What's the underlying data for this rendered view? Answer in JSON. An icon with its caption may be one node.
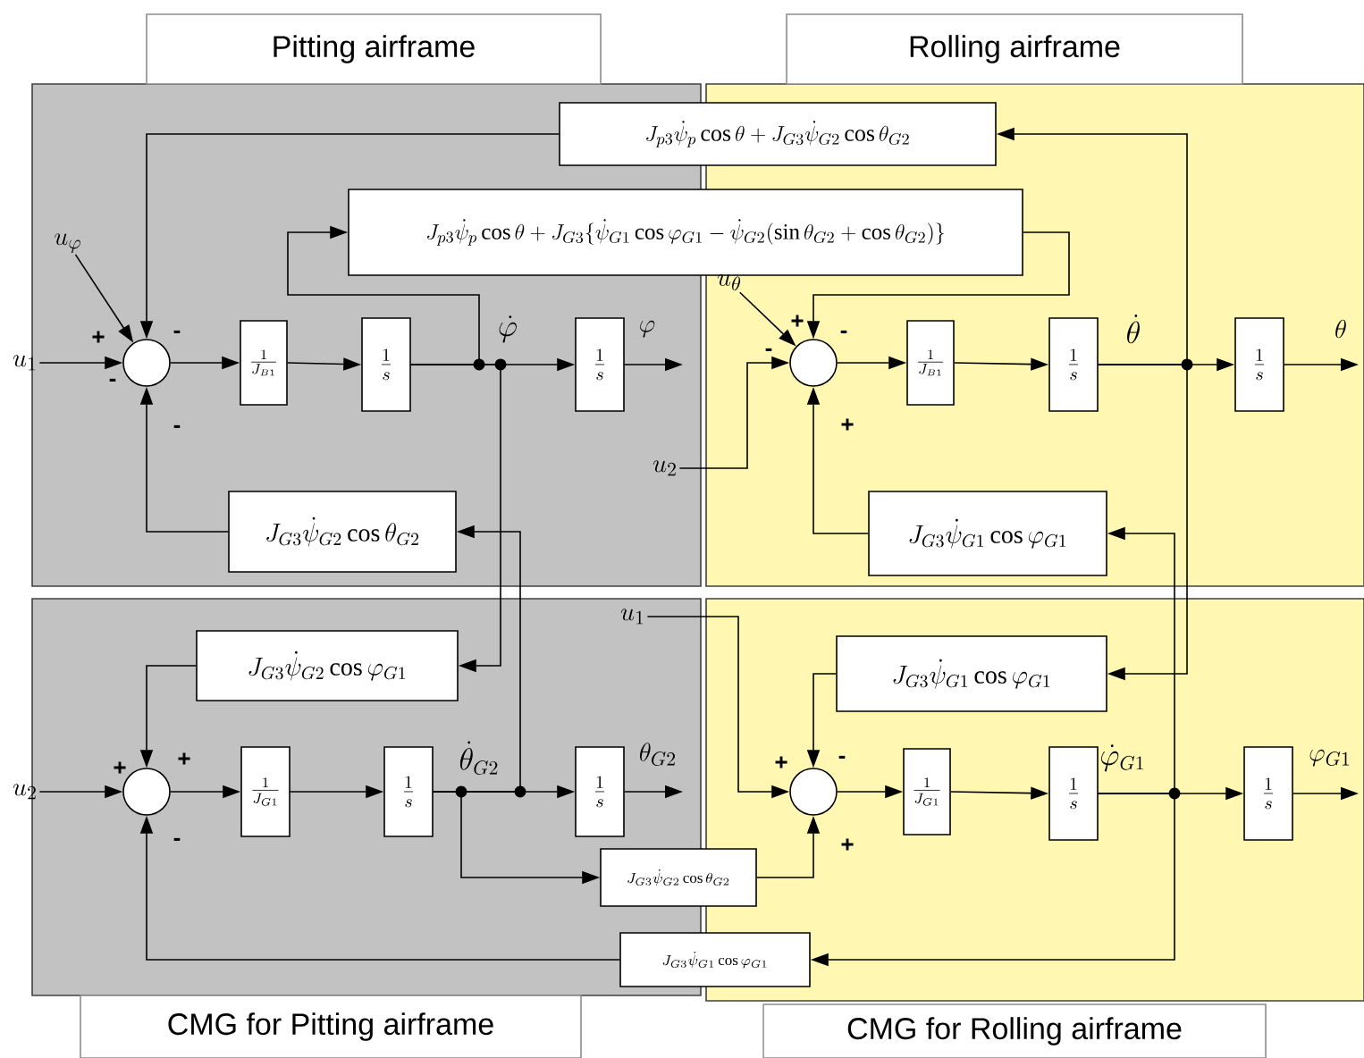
{
  "diagram": {
    "nodes": [
      {
        "text": [
          "Pitting airframe"
        ]
      },
      {
        "text": [
          "Rolling airframe"
        ]
      },
      {
        "text": [
          "CMG for Pitting airframe"
        ]
      },
      {
        "text": [
          "CMG for Rolling airframe"
        ]
      },
      {
        "text": [
          "J_{p3}\\dot{\\psi}_{p}\\cos\\theta+J_{G3}\\dot{\\psi}_{G2}\\cos\\theta_{G2}"
        ]
      },
      {
        "text": [
          "J_{p3}\\dot{\\psi}_{p}\\cos\\theta+J_{G3}\\{\\dot{\\psi}_{G1}\\cos\\varphi_{G1}-\\dot{\\psi}_{G2}(\\sin\\theta_{G2}+\\cos\\theta_{G2})\\}"
        ]
      },
      {
        "text": [
          "u_{\\varphi}"
        ],
        "in": 0
      },
      {
        "text": [
          "u_{\\theta}"
        ],
        "in": 1
      },
      {
        "text": [
          "u_{1}"
        ]
      },
      {
        "text": [],
        "shape": "circle",
        "in": 0
      },
      {
        "text": [
          "\\frac{1}{J_{B1}}"
        ],
        "in": 0
      },
      {
        "text": [
          "\\frac{1}{s}"
        ],
        "in": 0
      },
      {
        "text": [
          "\\frac{1}{s}"
        ],
        "in": 0
      },
      {
        "text": [],
        "shape": "circle",
        "in": 1
      },
      {
        "text": [
          "\\frac{1}{J_{B1}}"
        ],
        "in": 1
      },
      {
        "text": [
          "\\frac{1}{s}"
        ],
        "in": 1
      },
      {
        "text": [
          "\\frac{1}{s}"
        ],
        "in": 1
      },
      {
        "text": [
          "u_{2}"
        ],
        "in": 0
      },
      {
        "text": [
          "J_{G3}\\dot{\\psi}_{G2}\\cos\\theta_{G2}"
        ],
        "in": 0
      },
      {
        "text": [
          "J_{G3}\\dot{\\psi}_{G1}\\cos\\varphi_{G1}"
        ],
        "in": 1
      },
      {
        "text": [
          "u_{1}"
        ],
        "in": 2
      },
      {
        "text": [
          "J_{G3}\\dot{\\psi}_{G2}\\cos\\varphi_{G1}"
        ],
        "in": 2
      },
      {
        "text": [
          "J_{G3}\\dot{\\psi}_{G1}\\cos\\varphi_{G1}"
        ],
        "in": 3
      },
      {
        "text": [
          "u_{2}"
        ]
      },
      {
        "text": [],
        "shape": "circle",
        "in": 2
      },
      {
        "text": [
          "\\frac{1}{J_{G1}}"
        ],
        "in": 2
      },
      {
        "text": [
          "\\frac{1}{s}"
        ],
        "in": 2
      },
      {
        "text": [
          "\\frac{1}{s}"
        ],
        "in": 2
      },
      {
        "text": [],
        "shape": "circle",
        "in": 3
      },
      {
        "text": [
          "\\frac{1}{J_{G1}}"
        ],
        "in": 3
      },
      {
        "text": [
          "\\frac{1}{s}"
        ],
        "in": 3
      },
      {
        "text": [
          "\\frac{1}{s}"
        ],
        "in": 3
      },
      {
        "text": [
          "J_{G3}\\dot{\\psi}_{G2}\\cos\\theta_{G2}"
        ]
      },
      {
        "text": [
          "J_{G3}\\dot{\\psi}_{G1}\\cos\\varphi_{G1}"
        ]
      }
    ],
    "edges": [
      {
        "from": 8,
        "to": 9,
        "arrow": "to"
      },
      {
        "from": 6,
        "to": 9,
        "arrow": "to"
      },
      {
        "from": 9,
        "to": 10,
        "arrow": "to"
      },
      {
        "from": 10,
        "to": 11,
        "arrow": "to"
      },
      {
        "from": 11,
        "to": 12,
        "arrow": "to"
      },
      {
        "from": 12,
        "to": null,
        "arrow": "to",
        "label": "\\varphi"
      },
      {
        "from": 4,
        "to": 9,
        "arrow": "to"
      },
      {
        "from": 11,
        "to": 5,
        "arrow": "to"
      },
      {
        "from": 18,
        "to": 9,
        "arrow": "to"
      },
      {
        "from": 7,
        "to": 13,
        "arrow": "to"
      },
      {
        "from": 17,
        "to": 13,
        "arrow": "to"
      },
      {
        "from": 5,
        "to": 13,
        "arrow": "to"
      },
      {
        "from": 13,
        "to": 14,
        "arrow": "to"
      },
      {
        "from": 14,
        "to": 15,
        "arrow": "to"
      },
      {
        "from": 15,
        "to": 16,
        "arrow": "to"
      },
      {
        "from": 16,
        "to": null,
        "arrow": "to",
        "label": "\\theta"
      },
      {
        "from": 15,
        "to": 4,
        "arrow": "to"
      },
      {
        "from": 19,
        "to": 13,
        "arrow": "to"
      },
      {
        "from": 30,
        "to": 19,
        "arrow": "to"
      },
      {
        "from": 15,
        "to": 22,
        "arrow": "to"
      },
      {
        "from": 11,
        "to": 21,
        "arrow": "to"
      },
      {
        "from": 26,
        "to": 18,
        "arrow": "to"
      },
      {
        "from": 23,
        "to": 24,
        "arrow": "to"
      },
      {
        "from": 24,
        "to": 25,
        "arrow": "to"
      },
      {
        "from": 25,
        "to": 26,
        "arrow": "to"
      },
      {
        "from": 26,
        "to": 27,
        "arrow": "to"
      },
      {
        "from": 27,
        "to": null,
        "arrow": "to",
        "label": "\\theta_{G2}"
      },
      {
        "from": 21,
        "to": 24,
        "arrow": "to"
      },
      {
        "from": 26,
        "to": 32,
        "arrow": "to"
      },
      {
        "from": 32,
        "to": 28,
        "arrow": "to"
      },
      {
        "from": 33,
        "to": 24,
        "arrow": "to"
      },
      {
        "from": 30,
        "to": 33,
        "arrow": "to"
      },
      {
        "from": 20,
        "to": 28,
        "arrow": "to"
      },
      {
        "from": 22,
        "to": 28,
        "arrow": "to"
      },
      {
        "from": 28,
        "to": 29,
        "arrow": "to"
      },
      {
        "from": 29,
        "to": 30,
        "arrow": "to"
      },
      {
        "from": 30,
        "to": 31,
        "arrow": "to"
      },
      {
        "from": 31,
        "to": null,
        "arrow": "to",
        "label": "\\varphi_{G1}"
      }
    ],
    "labels": [
      "+",
      "-",
      "-",
      "-",
      "\\dot{\\varphi}",
      "+",
      "-",
      "-",
      "+",
      "\\dot{\\theta}",
      "+",
      "+",
      "-",
      "\\dot{\\theta}_{G2}",
      "+",
      "-",
      "+",
      "\\dot{\\varphi}_{G1}"
    ]
  }
}
